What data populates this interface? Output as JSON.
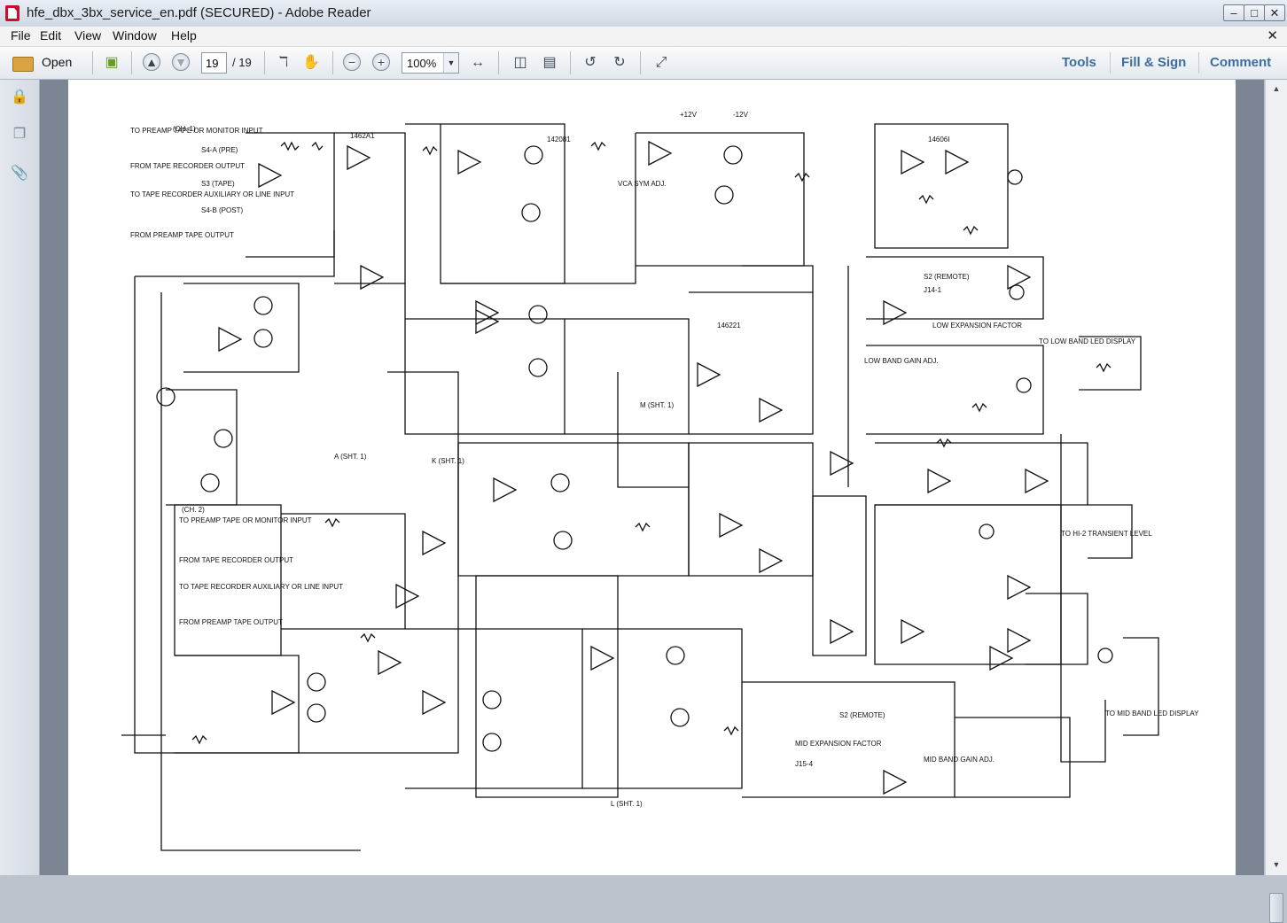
{
  "window": {
    "title": "hfe_dbx_3bx_service_en.pdf (SECURED) - Adobe Reader",
    "minimize_glyph": "–",
    "maximize_glyph": "□",
    "close_glyph": "✕"
  },
  "menu": {
    "items": [
      "File",
      "Edit",
      "View",
      "Window",
      "Help"
    ],
    "doc_close_glyph": "✕"
  },
  "toolbar": {
    "open_label": "Open",
    "page_current": "19",
    "page_total": "/ 19",
    "zoom": "100%",
    "tools_label": "Tools",
    "fillsign_label": "Fill & Sign",
    "comment_label": "Comment"
  },
  "schematic": {
    "labels": {
      "ch1": "(CH. 1)",
      "ch2": "(CH. 2)",
      "in1": "TO PREAMP TAPE OR MONITOR INPUT",
      "in2": "FROM TAPE RECORDER OUTPUT",
      "in3": "TO TAPE RECORDER AUXILIARY OR LINE INPUT",
      "in4": "FROM PREAMP TAPE OUTPUT",
      "sw_pre": "S4-A (PRE)",
      "sw_tape": "S3 (TAPE)",
      "sw_post": "S4-B (POST)",
      "sht1": "A (SHT. 1)",
      "sht1k": "K (SHT. 1)",
      "sht1l": "L (SHT. 1)",
      "sht1m": "M (SHT. 1)",
      "low_band": "TO LOW BAND LED DISPLAY",
      "mid_band": "TO MID BAND LED DISPLAY",
      "hi_trans": "TO HI-2 TRANSIENT LEVEL",
      "low_expansion": "LOW EXPANSION FACTOR",
      "mid_expansion": "MID EXPANSION FACTOR",
      "low_gain": "LOW BAND GAIN ADJ.",
      "mid_gain": "MID BAND GAIN ADJ.",
      "remote1": "S2 (REMOTE)",
      "remote2": "S2 (REMOTE)",
      "ic1": "1462A1",
      "ic2": "142081",
      "ic3": "146221",
      "ic4": "14606I",
      "vca": "VCA SYM ADJ.",
      "neg12": "-12V",
      "pos12": "+12V",
      "j15": "J15-4",
      "j14": "J14-1"
    }
  }
}
